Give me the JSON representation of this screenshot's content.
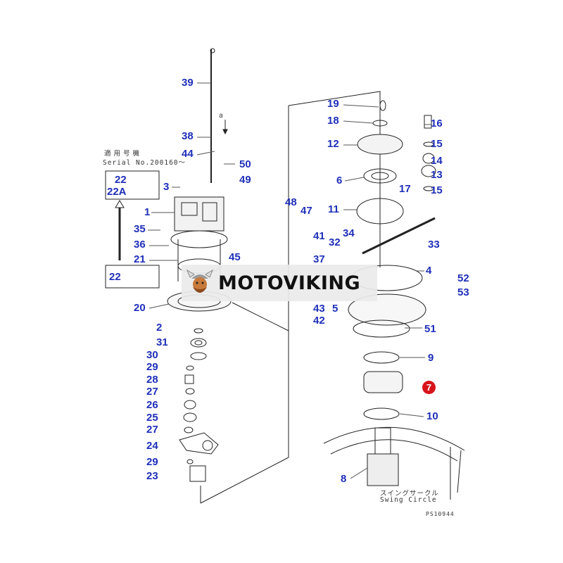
{
  "labels": [
    "39",
    "38",
    "44",
    "50",
    "49",
    "22",
    "22A",
    "3",
    "1",
    "35",
    "36",
    "21",
    "22",
    "20",
    "2",
    "31",
    "30",
    "29",
    "28",
    "27",
    "26",
    "25",
    "27",
    "24",
    "29",
    "23",
    "48",
    "47",
    "41",
    "34",
    "32",
    "37",
    "45",
    "5",
    "43",
    "42",
    "19",
    "18",
    "16",
    "15",
    "12",
    "14",
    "13",
    "6",
    "17",
    "15",
    "11",
    "33",
    "4",
    "52",
    "53",
    "51",
    "9",
    "10",
    "8"
  ],
  "highlight_label": "7",
  "applicable_model": "適用号機",
  "serial": "Serial No.200160～",
  "swing_circle_jp": "スイングサークル",
  "swing_circle_en": "Swing Circle",
  "drawing_code": "PS10944",
  "arrow_a": "a",
  "watermark": "MOTOVIKING",
  "colors": {
    "label": "#1f2fb8",
    "highlight": "#d8141b"
  }
}
